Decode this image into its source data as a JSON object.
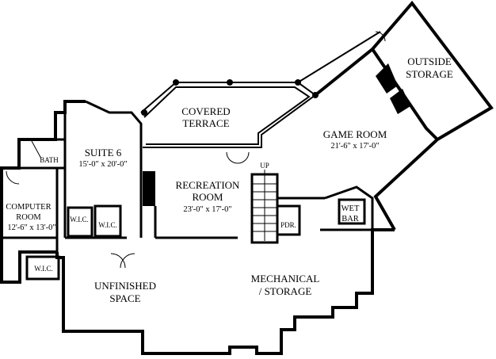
{
  "rooms": {
    "outside_storage": {
      "line1": "OUTSIDE",
      "line2": "STORAGE"
    },
    "covered_terrace": {
      "line1": "COVERED",
      "line2": "TERRACE"
    },
    "game_room": {
      "name": "GAME ROOM",
      "size": "21'-6\" x 17'-0\""
    },
    "suite_6": {
      "name": "SUITE 6",
      "size": "15'-0\" x 20'-0\""
    },
    "bath": {
      "name": "BATH"
    },
    "recreation_room": {
      "line1": "RECREATION",
      "line2": "ROOM",
      "size": "23'-0\" x 17'-0\""
    },
    "computer_room": {
      "line1": "COMPUTER",
      "line2": "ROOM",
      "size": "12'-6\" x 13'-0\""
    },
    "wic_suite_left": {
      "name": "W.I.C."
    },
    "wic_suite_right": {
      "name": "W.I.C."
    },
    "wic_computer": {
      "name": "W.I.C."
    },
    "wet_bar": {
      "line1": "WET",
      "line2": "BAR"
    },
    "pdr": {
      "name": "PDR."
    },
    "stair_up": {
      "name": "UP"
    },
    "unfinished_space": {
      "line1": "UNFINISHED",
      "line2": "SPACE"
    },
    "mechanical_storage": {
      "line1": "MECHANICAL",
      "line2": "/ STORAGE"
    }
  },
  "colors": {
    "wall": "#000000",
    "background": "#ffffff",
    "fill_dark": "#000000"
  }
}
